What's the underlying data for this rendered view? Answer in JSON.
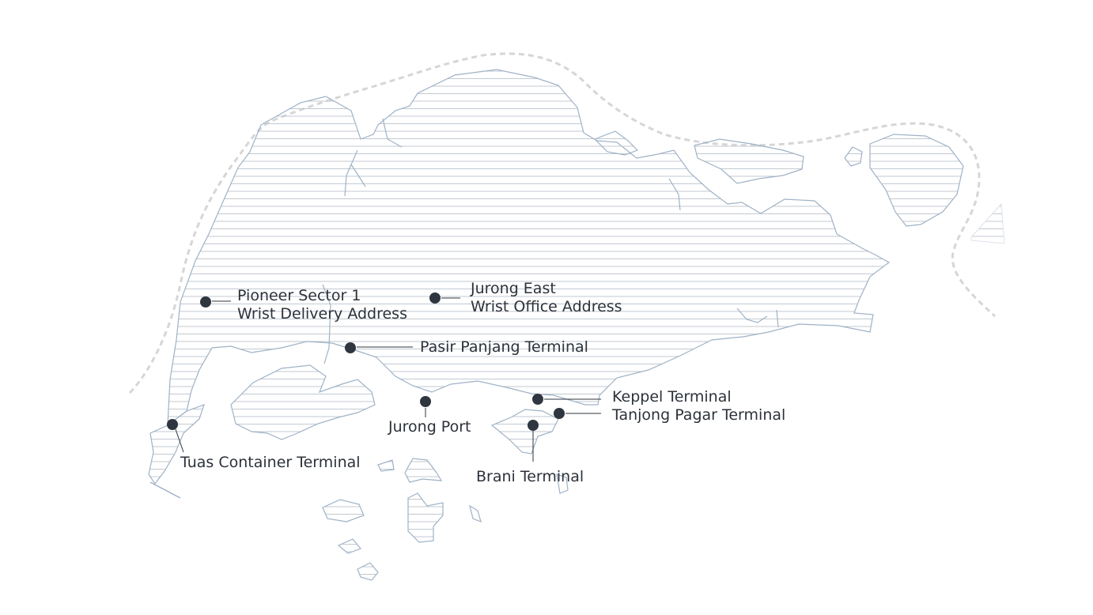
{
  "map": {
    "colors": {
      "land_outline": "#9fb2c6",
      "hatch": "#c3cad1",
      "boundary": "#d6d6d6",
      "marker": "#2f363f",
      "leader": "#2f363f",
      "label_text": "#2c323a"
    },
    "locations": [
      {
        "id": "pioneer",
        "lines": [
          "Pioneer Sector 1",
          "Wrist Delivery Address"
        ]
      },
      {
        "id": "jurong-east",
        "lines": [
          "Jurong East",
          "Wrist Office Address"
        ]
      },
      {
        "id": "pasir-panjang",
        "lines": [
          "Pasir Panjang Terminal"
        ]
      },
      {
        "id": "jurong-port",
        "lines": [
          "Jurong Port"
        ]
      },
      {
        "id": "tuas",
        "lines": [
          "Tuas Container Terminal"
        ]
      },
      {
        "id": "keppel",
        "lines": [
          "Keppel Terminal"
        ]
      },
      {
        "id": "tanjong-pagar",
        "lines": [
          "Tanjong Pagar Terminal"
        ]
      },
      {
        "id": "brani",
        "lines": [
          "Brani Terminal"
        ]
      }
    ]
  }
}
